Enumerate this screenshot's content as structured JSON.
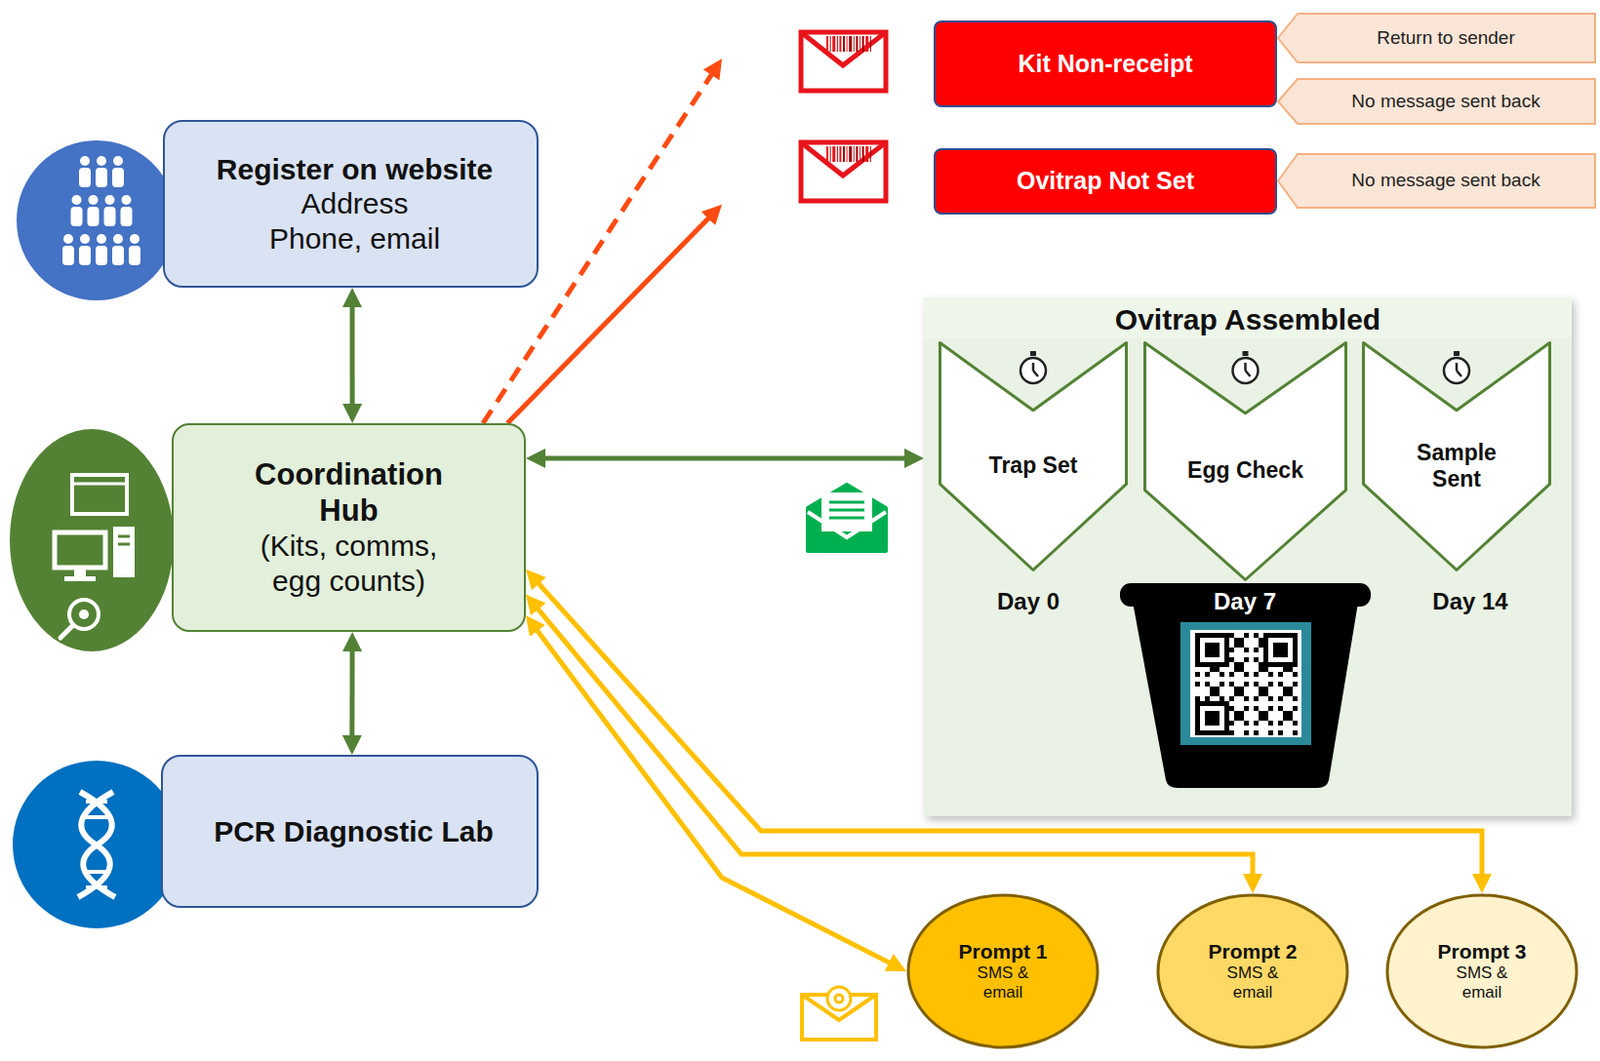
{
  "diagram": {
    "nodes": [
      {
        "text": [
          "Register on website",
          "Address Phone, email"
        ]
      },
      {
        "text": [
          "Coordination Hub",
          "(Kits, comms, egg counts)"
        ]
      },
      {
        "text": [
          "PCR Diagnostic Lab"
        ]
      },
      {
        "text": [
          "Kit Non-receipt"
        ]
      },
      {
        "text": [
          "Return to sender"
        ]
      },
      {
        "text": [
          "No message sent back"
        ]
      },
      {
        "text": [
          "Ovitrap Not Set"
        ]
      },
      {
        "text": [
          "No message sent back"
        ]
      },
      {
        "text": [
          "Ovitrap Assembled"
        ]
      },
      {
        "text": [
          "Trap Set"
        ],
        "in": 8
      },
      {
        "text": [
          "Egg Check"
        ],
        "in": 8
      },
      {
        "text": [
          "Sample Sent"
        ],
        "in": 8
      },
      {
        "text": [
          "Prompt 1",
          "SMS & email"
        ]
      },
      {
        "text": [
          "Prompt 2",
          "SMS & email"
        ]
      },
      {
        "text": [
          "Prompt 3",
          "SMS & email"
        ]
      }
    ],
    "edges": [
      {
        "from": 0,
        "to": 1,
        "arrow": "both"
      },
      {
        "from": 1,
        "to": 2,
        "arrow": "both"
      },
      {
        "from": 1,
        "to": 3,
        "arrow": "to"
      },
      {
        "from": 1,
        "to": 6,
        "arrow": "to"
      },
      {
        "from": 1,
        "to": 8,
        "arrow": "both"
      },
      {
        "from": 1,
        "to": 12,
        "arrow": "both"
      },
      {
        "from": 1,
        "to": 13,
        "arrow": "both"
      },
      {
        "from": 1,
        "to": 14,
        "arrow": "both"
      }
    ],
    "labels": [
      "Day 0",
      "Day 7",
      "Day 14"
    ]
  }
}
